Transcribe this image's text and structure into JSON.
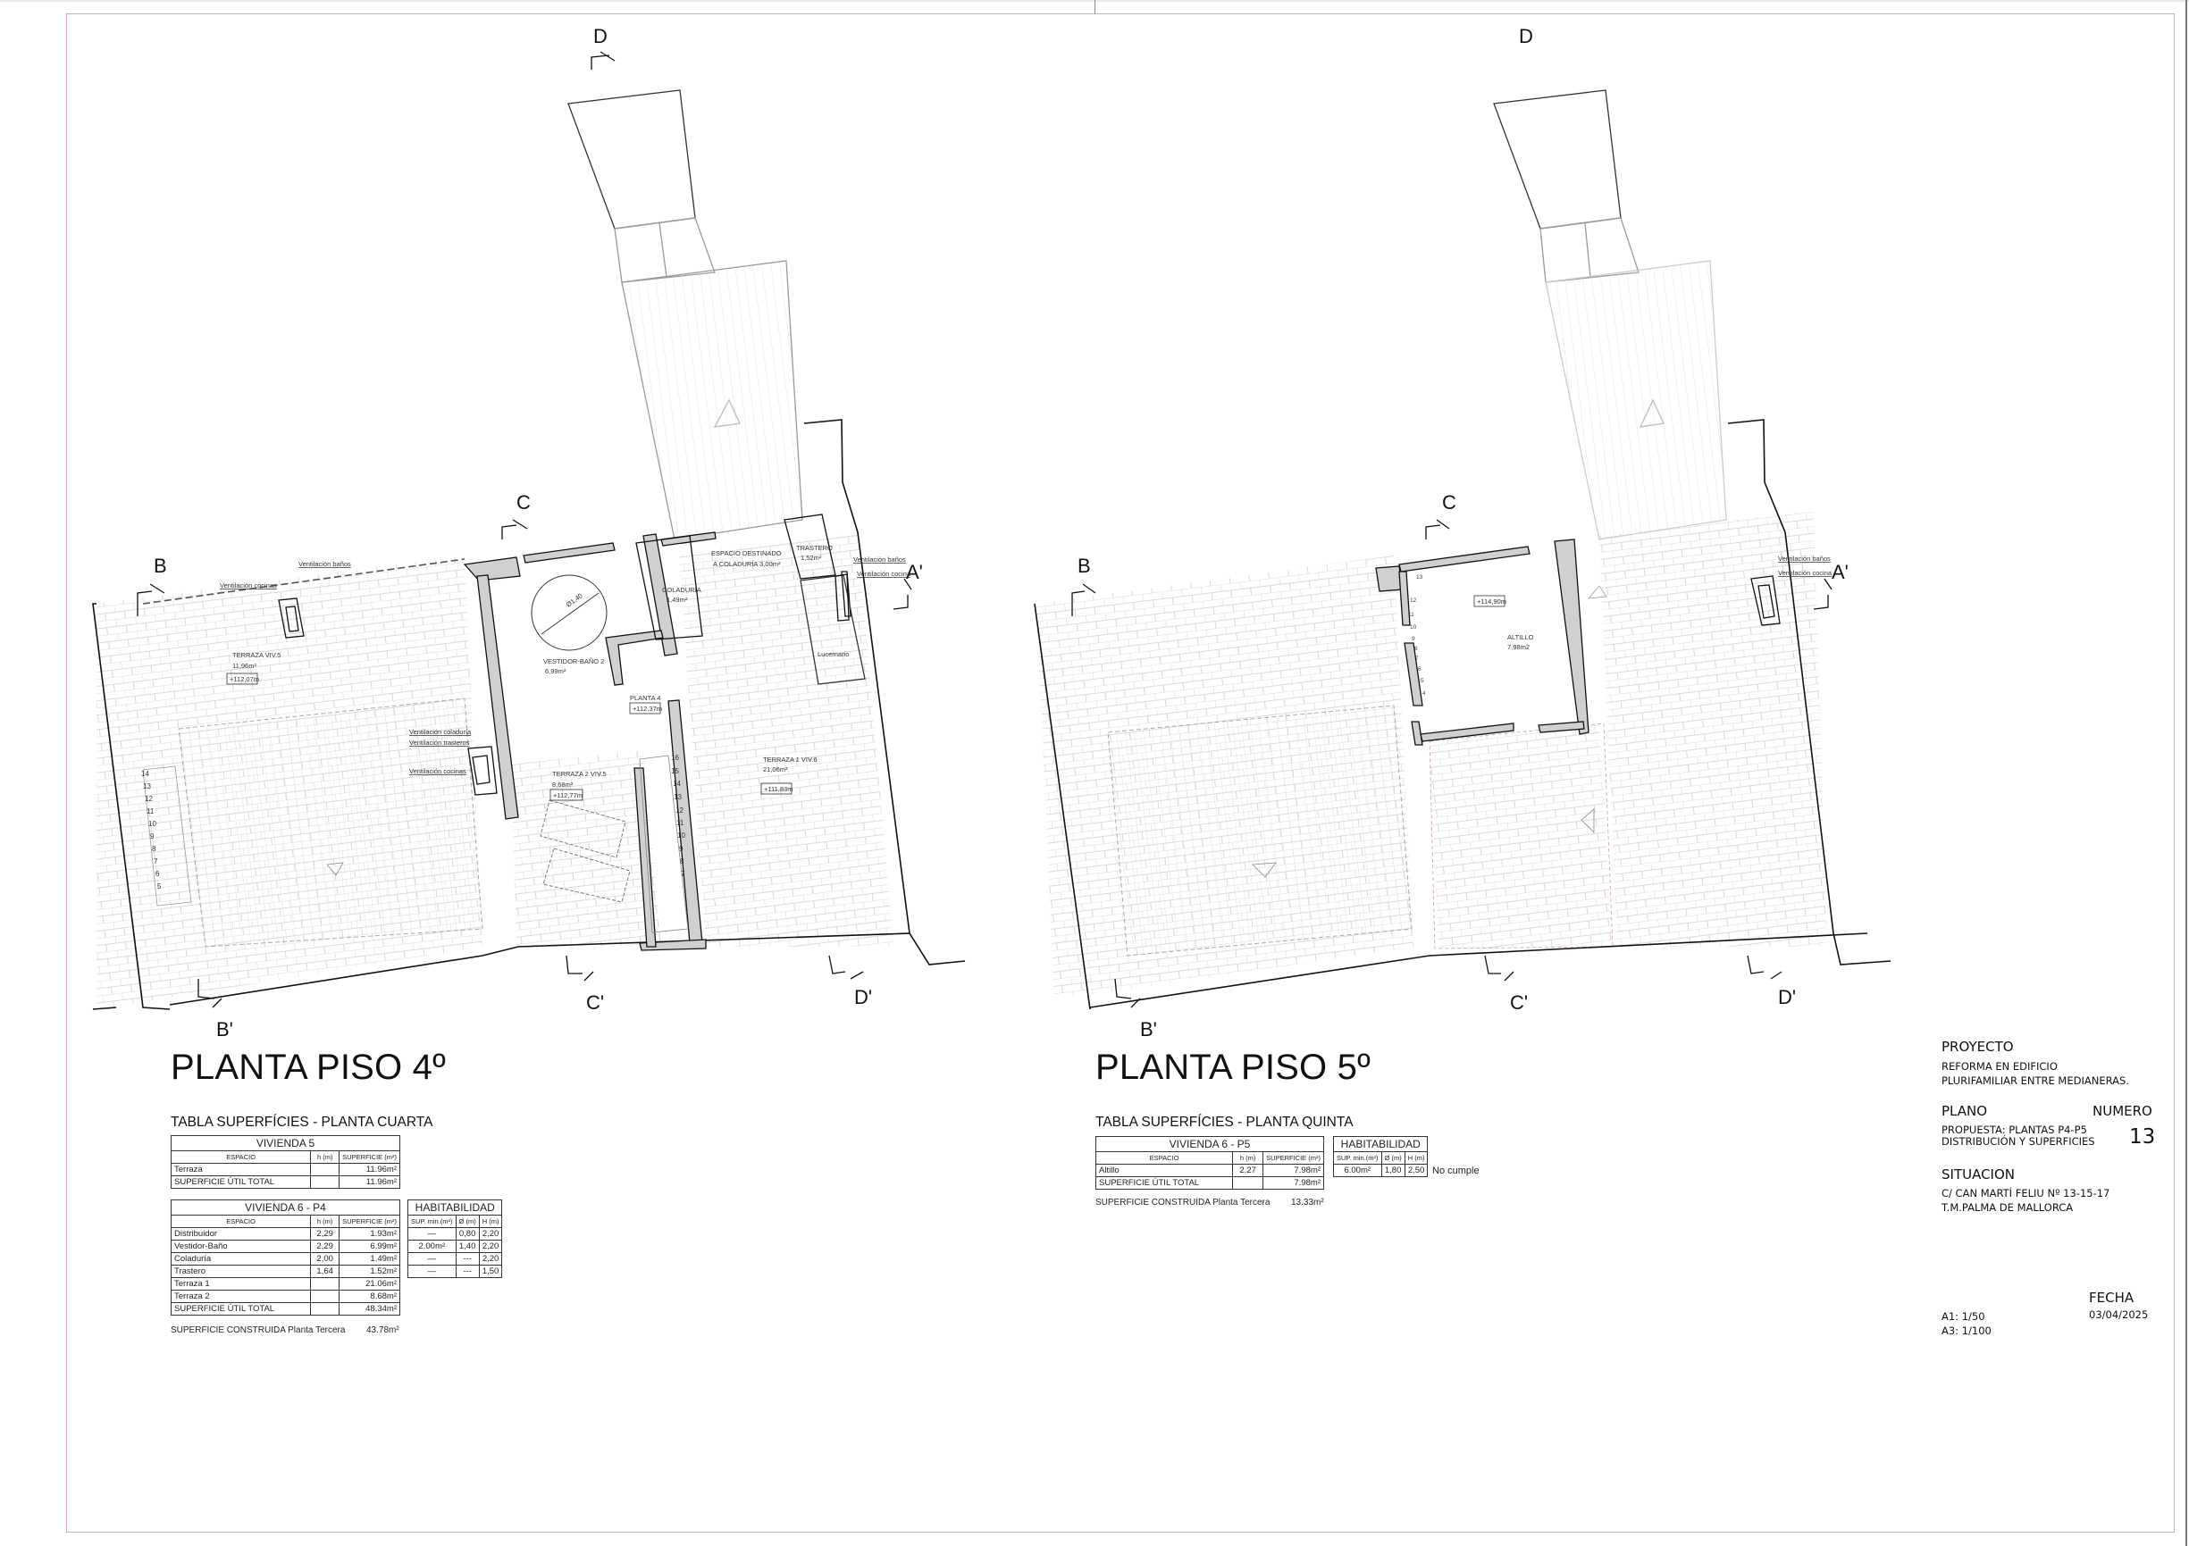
{
  "sheet": {
    "frame_color": "#d9a7aa",
    "line_color": "#111111",
    "hatch_color": "#c8c8c8",
    "wall_fill": "#d0d0d0"
  },
  "plan4": {
    "title": "PLANTA PISO 4º",
    "section_marks": [
      "D",
      "C",
      "B",
      "A'",
      "B'",
      "C'",
      "D'"
    ],
    "labels": {
      "vent_banos": "Ventilación baños",
      "vent_cocinas": "Ventilación cocinas",
      "terraza_viv5": "TERRAZA VIV.5",
      "terraza_viv5_area": "11,96m²",
      "terraza_viv5_level": "+112,07m",
      "diam": "Ø1,40",
      "vestidor": "VESTIDOR-BAÑO 2",
      "vestidor_area": "6,99m²",
      "coladuria": "COLADURÍA",
      "coladuria_area": "1,49m²",
      "espacio_1": "ESPACIO DESTINADO",
      "espacio_2": "A COLADURÍA 3,00m²",
      "trastero": "TRASTERO",
      "trastero_area": "1,52m²",
      "vent_banos_r": "Ventilación baños",
      "vent_cocina_r": "Ventilación cocina",
      "lucernario": "Lucernario",
      "planta4": "PLANTA 4",
      "planta4_level": "+112,37m",
      "vent_coladuria": "Ventilación coladuría",
      "vent_trasteros": "Ventilación trasteros",
      "vent_cocinas_2": "Ventilación cocinas",
      "terraza2": "TERRAZA 2 VIV.5",
      "terraza2_area": "8,68m²",
      "terraza2_level": "+112,77m",
      "terraza1": "TERRAZA 1 VIV.6",
      "terraza1_area": "21,06m²",
      "terraza1_level": "+111,83m"
    },
    "stair_left_steps": [
      "14",
      "13",
      "12",
      "11",
      "10",
      "9",
      "8",
      "7",
      "6",
      "5"
    ],
    "stair_right_steps": [
      "16",
      "15",
      "14",
      "13",
      "12",
      "11",
      "10",
      "9",
      "8",
      "7"
    ]
  },
  "plan5": {
    "title": "PLANTA PISO 5º",
    "section_marks": [
      "D",
      "C",
      "B",
      "A'",
      "B'",
      "C'",
      "D'"
    ],
    "labels": {
      "level": "+114,90m",
      "altillo": "ALTILLO",
      "altillo_area": "7,98m2",
      "vent_banos": "Ventilación baños",
      "vent_cocina": "Ventilación cocina"
    },
    "stair_steps": [
      "13",
      "12",
      "11",
      "10",
      "9",
      "8",
      "7",
      "6",
      "5",
      "4"
    ]
  },
  "table4": {
    "title": "TABLA SUPERFÍCIES - PLANTA CUARTA",
    "viv5": {
      "header": "VIVIENDA 5",
      "columns": [
        "ESPACIO",
        "h (m)",
        "SUPERFICIE (m²)"
      ],
      "rows": [
        {
          "espacio": "Terraza",
          "h": "",
          "sup": "11.96m²"
        },
        {
          "espacio": "SUPERFICIE ÚTIL TOTAL",
          "h": "",
          "sup": "11.96m²"
        }
      ]
    },
    "viv6": {
      "header": "VIVIENDA 6 - P4",
      "columns": [
        "ESPACIO",
        "h (m)",
        "SUPERFICIE (m²)"
      ],
      "rows": [
        {
          "espacio": "Distribuidor",
          "h": "2,29",
          "sup": "1.93m²"
        },
        {
          "espacio": "Vestidor-Baño",
          "h": "2,29",
          "sup": "6.99m²"
        },
        {
          "espacio": "Coladuría",
          "h": "2,00",
          "sup": "1.49m²"
        },
        {
          "espacio": "Trastero",
          "h": "1,64",
          "sup": "1.52m²"
        },
        {
          "espacio": "Terraza 1",
          "h": "",
          "sup": "21.06m²"
        },
        {
          "espacio": "Terraza 2",
          "h": "",
          "sup": "8.68m²"
        },
        {
          "espacio": "SUPERFICIE ÚTIL TOTAL",
          "h": "",
          "sup": "48.34m²"
        }
      ]
    },
    "habitabilidad": {
      "header": "HABITABILIDAD",
      "columns": [
        "SUP. min.(m²)",
        "Ø (m)",
        "H (m)"
      ],
      "rows": [
        {
          "sup": "—",
          "d": "0,80",
          "h": "2,20"
        },
        {
          "sup": "2.00m²",
          "d": "1,40",
          "h": "2,20"
        },
        {
          "sup": "—",
          "d": "---",
          "h": "2,20"
        },
        {
          "sup": "—",
          "d": "---",
          "h": "1,50"
        }
      ]
    },
    "construida_label": "SUPERFICIE CONSTRUIDA Planta Tercera",
    "construida_value": "43.78m²"
  },
  "table5": {
    "title": "TABLA SUPERFÍCIES - PLANTA QUINTA",
    "viv6": {
      "header": "VIVIENDA 6 - P5",
      "columns": [
        "ESPACIO",
        "h (m)",
        "SUPERFICIE (m²)"
      ],
      "rows": [
        {
          "espacio": "Altillo",
          "h": "2.27",
          "sup": "7.98m²"
        },
        {
          "espacio": "SUPERFICIE ÚTIL TOTAL",
          "h": "",
          "sup": "7.98m²"
        }
      ]
    },
    "habitabilidad": {
      "header": "HABITABILIDAD",
      "columns": [
        "SUP. min.(m²)",
        "Ø (m)",
        "H (m)"
      ],
      "rows": [
        {
          "sup": "6.00m²",
          "d": "1,80",
          "h": "2.50"
        }
      ]
    },
    "no_cumple": "No cumple",
    "construida_label": "SUPERFICIE CONSTRUIDA Planta Tercera",
    "construida_value": "13.33m²"
  },
  "title_block": {
    "proyecto_label": "PROYECTO",
    "proyecto_line1": "REFORMA EN EDIFICIO",
    "proyecto_line2": "PLURIFAMILIAR ENTRE MEDIANERAS.",
    "plano_label": "PLANO",
    "numero_label": "NUMERO",
    "plano_line1": "PROPUESTA: PLANTAS P4-P5",
    "plano_line2": "DISTRIBUCIÓN Y SUPERFICIES",
    "numero": "13",
    "situacion_label": "SITUACION",
    "situacion_line1": "C/ CAN MARTÍ FELIU Nº 13-15-17",
    "situacion_line2": "T.M.PALMA DE MALLORCA",
    "fecha_label": "FECHA",
    "fecha": "03/04/2025",
    "escala_a1": "A1: 1/50",
    "escala_a3": "A3: 1/100"
  }
}
